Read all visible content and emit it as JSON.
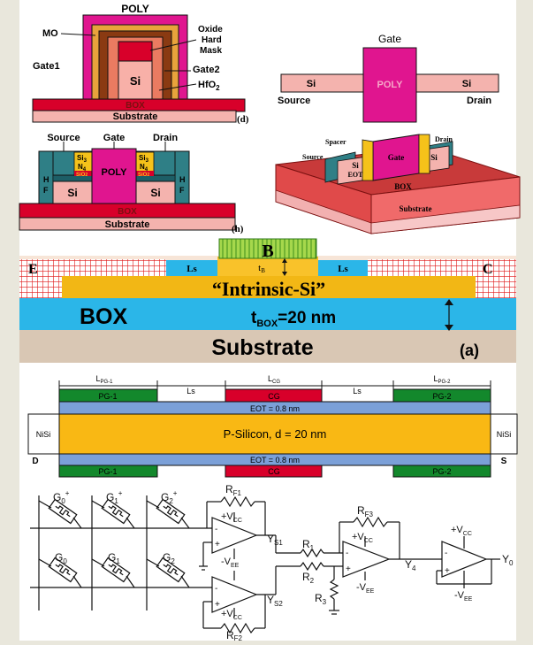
{
  "panel_d": {
    "poly": "POLY",
    "mo": "MO",
    "oxide1": "Oxide",
    "oxide2": "Hard",
    "oxide3": "Mask",
    "gate1": "Gate1",
    "gate2": "Gate2",
    "si": "Si",
    "hfo2": "HfO",
    "hfo2_sub": "2",
    "box": "BOX",
    "substrate": "Substrate",
    "letter": "(d)"
  },
  "panel_top": {
    "gate": "Gate",
    "poly": "POLY",
    "si_left": "Si",
    "si_right": "Si",
    "source": "Source",
    "drain": "Drain"
  },
  "panel_h": {
    "source": "Source",
    "gate": "Gate",
    "drain": "Drain",
    "si3n4_a": "Si",
    "si3n4_sub1": "3",
    "si3n4_b": "N",
    "si3n4_sub2": "4",
    "sio2": "SiO",
    "sio2_sub": "2",
    "poly": "POLY",
    "si_left": "Si",
    "si_right": "Si",
    "hf_h": "H",
    "hf_f": "F",
    "box": "BOX",
    "substrate": "Substrate",
    "letter": "(h)"
  },
  "panel_3d": {
    "spacer": "Spacer",
    "drain": "Drain",
    "source": "Source",
    "gate": "Gate",
    "si_left": "Si",
    "si_right": "Si",
    "eot": "EOT",
    "box": "BOX",
    "substrate": "Substrate"
  },
  "panel_a": {
    "b": "B",
    "tb": "t",
    "tb_sub": "B",
    "ls_left": "Ls",
    "ls_right": "Ls",
    "left_contact": "E",
    "right_contact": "C",
    "intrinsic": "“Intrinsic-Si”",
    "box": "BOX",
    "tbox": "t",
    "tbox_sub": "BOX",
    "tbox_val": "=20 nm",
    "substrate": "Substrate",
    "letter": "(a)"
  },
  "panel_pg": {
    "lpg1": "L",
    "lpg1_sub": "PG-1",
    "ls_left": "Ls",
    "lcg": "L",
    "lcg_sub": "CG",
    "ls_right": "Ls",
    "lpg2": "L",
    "lpg2_sub": "PG-2",
    "pg1_top": "PG-1",
    "cg_top": "CG",
    "pg2_top": "PG-2",
    "eot_top": "EOT = 0.8 nm",
    "nisi_left": "NiSi",
    "nisi_right": "NiSi",
    "channel": "P-Silicon, d = 20 nm",
    "d_label": "D",
    "s_label": "S",
    "eot_bottom": "EOT = 0.8 nm",
    "pg1_bottom": "PG-1",
    "cg_bottom": "CG",
    "pg2_bottom": "PG-2"
  },
  "circuit": {
    "g0p": "G",
    "g0p_sub": "0",
    "g1p": "G",
    "g1p_sub": "1",
    "g2p": "G",
    "g2p_sub": "2",
    "plus": "+",
    "g0": "G",
    "g0_sub": "0",
    "g1": "G",
    "g1_sub": "1",
    "g2": "G",
    "g2_sub": "2",
    "rf1": "R",
    "rf1_sub": "F1",
    "rf2": "R",
    "rf2_sub": "F2",
    "rf3": "R",
    "rf3_sub": "F3",
    "vcc": "+V",
    "vcc_sub": "CC",
    "vee": "-V",
    "vee_sub": "EE",
    "ys1": "Y",
    "ys1_sub": "S1",
    "ys2": "Y",
    "ys2_sub": "S2",
    "r1": "R",
    "r1_sub": "1",
    "r2": "R",
    "r2_sub": "2",
    "r3": "R",
    "r3_sub": "3",
    "y4": "Y",
    "y4_sub": "4",
    "y0": "Y",
    "y0_sub": "0",
    "minus": "-"
  },
  "colors": {
    "magenta": "#e0158f",
    "red": "#d8002a",
    "pink_sub": "#f4b3ae",
    "teal": "#2f7f86",
    "orange": "#ff9a1f",
    "yellow": "#f5c21a",
    "cyan": "#2bb6e8",
    "tan": "#d9c7b4",
    "green": "#13882c",
    "blue_eot": "#7ba0d8",
    "gold_channel": "#f9b814"
  }
}
